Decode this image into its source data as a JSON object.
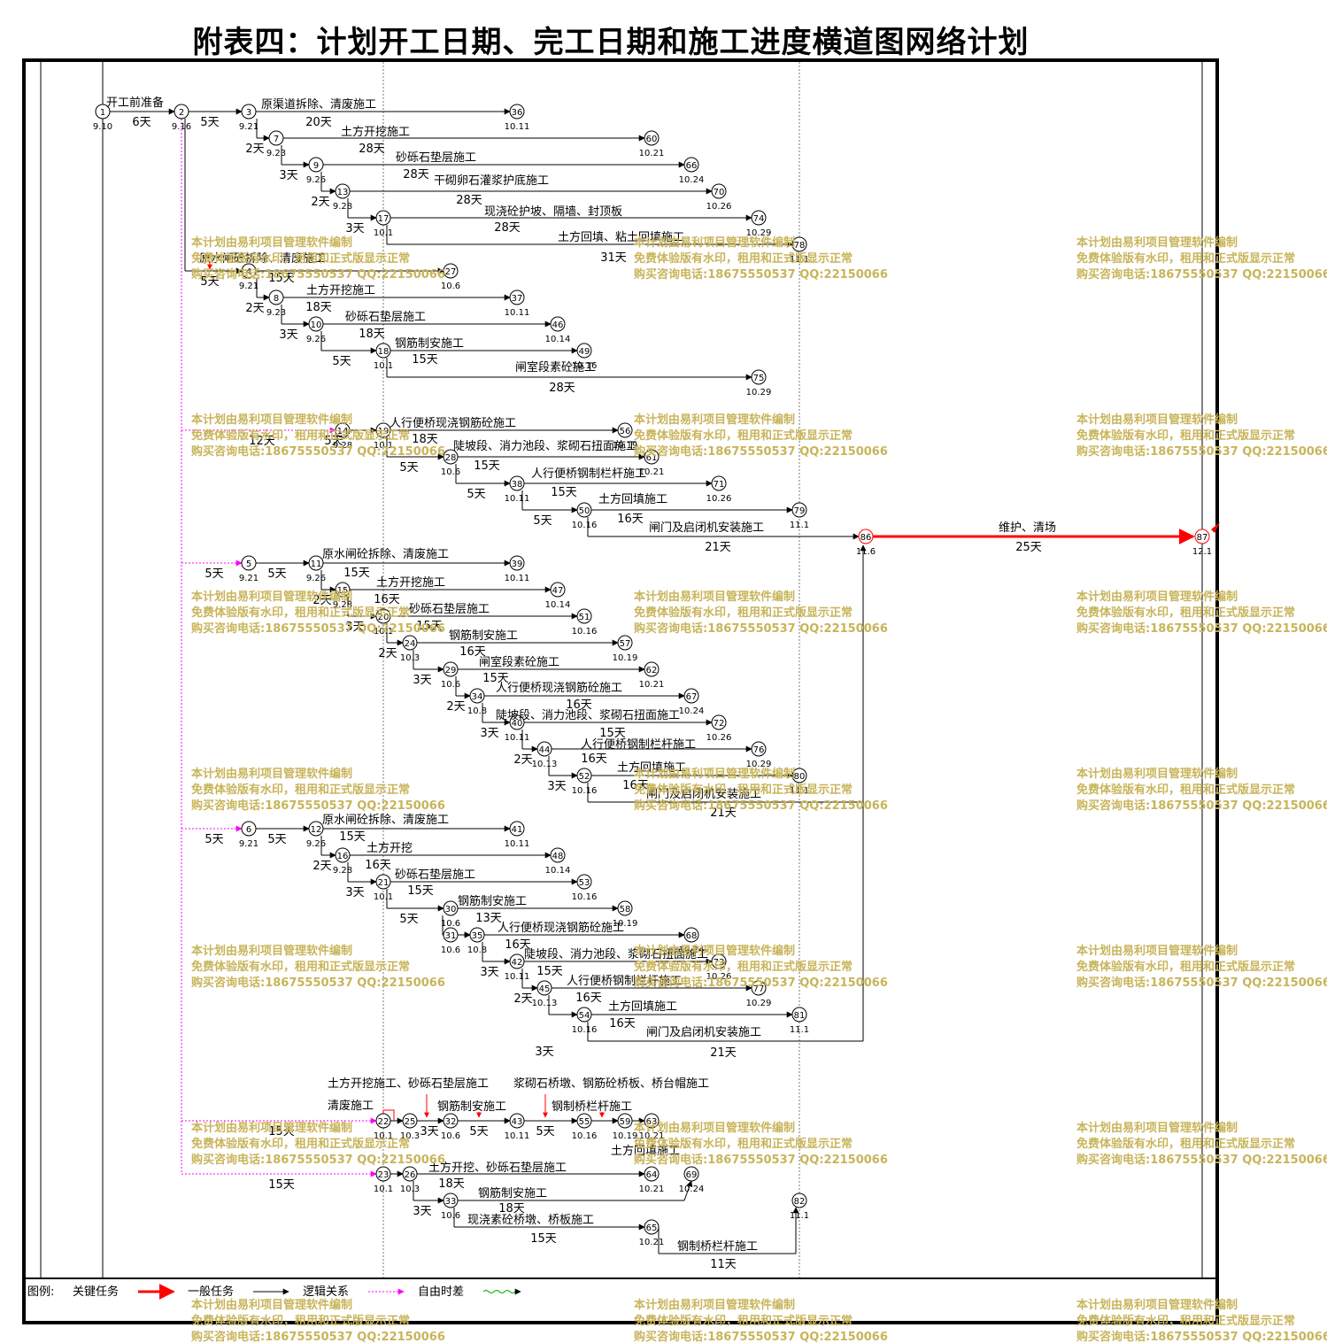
{
  "title": "附表四：计划开工日期、完工日期和施工进度横道图网络计划",
  "colors": {
    "critical": "#ff0000",
    "normal": "#000000",
    "float": "#ff00ff",
    "freeslack": "#00aa00",
    "watermark": "#c8b45a"
  },
  "legend": {
    "label": "图例:",
    "items": [
      "关键任务",
      "一般任务",
      "逻辑关系",
      "自由时差"
    ]
  },
  "watermark": [
    "本计划由易利项目管理软件编制",
    "免费体验版有水印，租用和正式版显示正常",
    "购买咨询电话:18675550537 QQ:22150066"
  ],
  "nodes": [
    {
      "id": "1",
      "date": "9.10"
    },
    {
      "id": "2",
      "date": "9.16"
    },
    {
      "id": "3",
      "date": "9.21"
    },
    {
      "id": "7",
      "date": "9.23"
    },
    {
      "id": "9",
      "date": "9.26"
    },
    {
      "id": "13",
      "date": "9.28"
    },
    {
      "id": "17",
      "date": "10.1"
    },
    {
      "id": "36",
      "date": "10.11"
    },
    {
      "id": "60",
      "date": "10.21"
    },
    {
      "id": "66",
      "date": "10.24"
    },
    {
      "id": "70",
      "date": "10.26"
    },
    {
      "id": "74",
      "date": "10.29"
    },
    {
      "id": "78",
      "date": "11.1"
    },
    {
      "id": "4",
      "date": "9.21"
    },
    {
      "id": "8",
      "date": "9.23"
    },
    {
      "id": "10",
      "date": "9.26"
    },
    {
      "id": "18",
      "date": "10.1"
    },
    {
      "id": "27",
      "date": "10.6"
    },
    {
      "id": "37",
      "date": "10.11"
    },
    {
      "id": "46",
      "date": "10.14"
    },
    {
      "id": "49",
      "date": "10.16"
    },
    {
      "id": "75",
      "date": "10.29"
    },
    {
      "id": "14",
      "date": "9.28"
    },
    {
      "id": "19",
      "date": "10.1"
    },
    {
      "id": "28",
      "date": "10.6"
    },
    {
      "id": "38",
      "date": "10.11"
    },
    {
      "id": "50",
      "date": "10.16"
    },
    {
      "id": "56",
      "date": "10.19"
    },
    {
      "id": "61",
      "date": "10.21"
    },
    {
      "id": "71",
      "date": "10.26"
    },
    {
      "id": "79",
      "date": "11.1"
    },
    {
      "id": "86",
      "date": "11.6"
    },
    {
      "id": "87",
      "date": "12.1"
    },
    {
      "id": "5",
      "date": "9.21"
    },
    {
      "id": "11",
      "date": "9.26"
    },
    {
      "id": "15",
      "date": "9.28"
    },
    {
      "id": "20",
      "date": "10.1"
    },
    {
      "id": "24",
      "date": "10.3"
    },
    {
      "id": "29",
      "date": "10.6"
    },
    {
      "id": "34",
      "date": "10.8"
    },
    {
      "id": "40",
      "date": "10.11"
    },
    {
      "id": "44",
      "date": "10.13"
    },
    {
      "id": "52",
      "date": "10.16"
    },
    {
      "id": "39",
      "date": "10.11"
    },
    {
      "id": "47",
      "date": "10.14"
    },
    {
      "id": "51",
      "date": "10.16"
    },
    {
      "id": "57",
      "date": "10.19"
    },
    {
      "id": "62",
      "date": "10.21"
    },
    {
      "id": "67",
      "date": "10.24"
    },
    {
      "id": "72",
      "date": "10.26"
    },
    {
      "id": "76",
      "date": "10.29"
    },
    {
      "id": "80",
      "date": "11.1"
    },
    {
      "id": "6",
      "date": "9.21"
    },
    {
      "id": "12",
      "date": "9.26"
    },
    {
      "id": "16",
      "date": "9.28"
    },
    {
      "id": "21",
      "date": "10.1"
    },
    {
      "id": "30",
      "date": "10.6"
    },
    {
      "id": "31",
      "date": "10.6"
    },
    {
      "id": "35",
      "date": "10.8"
    },
    {
      "id": "42",
      "date": "10.11"
    },
    {
      "id": "45",
      "date": "10.13"
    },
    {
      "id": "54",
      "date": "10.16"
    },
    {
      "id": "41",
      "date": "10.11"
    },
    {
      "id": "48",
      "date": "10.14"
    },
    {
      "id": "53",
      "date": "10.16"
    },
    {
      "id": "58",
      "date": "10.19"
    },
    {
      "id": "68",
      "date": "10.24"
    },
    {
      "id": "73",
      "date": "10.26"
    },
    {
      "id": "77",
      "date": "10.29"
    },
    {
      "id": "81",
      "date": "11.1"
    },
    {
      "id": "22",
      "date": "10.1"
    },
    {
      "id": "25",
      "date": "10.3"
    },
    {
      "id": "32",
      "date": "10.6"
    },
    {
      "id": "43",
      "date": "10.11"
    },
    {
      "id": "55",
      "date": "10.16"
    },
    {
      "id": "59",
      "date": "10.19"
    },
    {
      "id": "63",
      "date": "10.21"
    },
    {
      "id": "23",
      "date": "10.1"
    },
    {
      "id": "26",
      "date": "10.3"
    },
    {
      "id": "33",
      "date": "10.6"
    },
    {
      "id": "64",
      "date": "10.21"
    },
    {
      "id": "69",
      "date": "10.24"
    },
    {
      "id": "65",
      "date": "10.21"
    },
    {
      "id": "82",
      "date": "11.1"
    }
  ],
  "tasks": [
    {
      "name": "开工前准备",
      "dur": "6天"
    },
    {
      "name": "原渠道拆除、清废施工",
      "dur": "20天"
    },
    {
      "name": "土方开挖施工",
      "dur": "28天"
    },
    {
      "name": "砂砾石垫层施工",
      "dur": "28天"
    },
    {
      "name": "干砌卵石灌浆护底施工",
      "dur": "28天"
    },
    {
      "name": "现浇砼护坡、隔墙、封顶板",
      "dur": "28天"
    },
    {
      "name": "土方回填、粘土回填施工",
      "dur": "31天"
    },
    {
      "name": "原水闸砼拆除、清废施工",
      "dur": "15天"
    },
    {
      "name": "土方开挖施工",
      "dur": "18天"
    },
    {
      "name": "砂砾石垫层施工",
      "dur": "18天"
    },
    {
      "name": "钢筋制安施工",
      "dur": "15天"
    },
    {
      "name": "闸室段素砼施工",
      "dur": "28天"
    },
    {
      "name": "人行便桥现浇钢筋砼施工",
      "dur": "18天"
    },
    {
      "name": "陡坡段、消力池段、浆砌石扭面施工",
      "dur": "15天"
    },
    {
      "name": "人行便桥钢制栏杆施工",
      "dur": "15天"
    },
    {
      "name": "土方回填施工",
      "dur": "16天"
    },
    {
      "name": "闸门及启闭机安装施工",
      "dur": "21天"
    },
    {
      "name": "维护、清场",
      "dur": "25天"
    },
    {
      "name": "原水闸砼拆除、清废施工",
      "dur": "15天"
    },
    {
      "name": "土方开挖施工",
      "dur": "16天"
    },
    {
      "name": "砂砾石垫层施工",
      "dur": "15天"
    },
    {
      "name": "钢筋制安施工",
      "dur": "16天"
    },
    {
      "name": "闸室段素砼施工",
      "dur": "15天"
    },
    {
      "name": "人行便桥现浇钢筋砼施工",
      "dur": "16天"
    },
    {
      "name": "陡坡段、消力池段、浆砌石扭面施工",
      "dur": "15天"
    },
    {
      "name": "人行便桥钢制栏杆施工",
      "dur": "16天"
    },
    {
      "name": "土方回填施工",
      "dur": "16天"
    },
    {
      "name": "闸门及启闭机安装施工",
      "dur": "21天"
    },
    {
      "name": "原水闸砼拆除、清废施工",
      "dur": "15天"
    },
    {
      "name": "土方开挖",
      "dur": "16天"
    },
    {
      "name": "砂砾石垫层施工",
      "dur": "15天"
    },
    {
      "name": "钢筋制安施工",
      "dur": "13天"
    },
    {
      "name": "人行便桥现浇钢筋砼施工",
      "dur": "16天"
    },
    {
      "name": "陡坡段、消力池段、浆砌石扭面施工",
      "dur": "15天"
    },
    {
      "name": "人行便桥钢制栏杆施工",
      "dur": "16天"
    },
    {
      "name": "土方回填施工",
      "dur": "16天"
    },
    {
      "name": "闸门及启闭机安装施工",
      "dur": "21天"
    },
    {
      "name": "土方开挖施工、砂砾石垫层施工",
      "dur": ""
    },
    {
      "name": "浆砌石桥墩、钢筋砼桥板、桥台帽施工",
      "dur": ""
    },
    {
      "name": "清废施工",
      "dur": ""
    },
    {
      "name": "钢筋制安施工",
      "dur": ""
    },
    {
      "name": "钢制桥栏杆施工",
      "dur": ""
    },
    {
      "name": "土方回填施工",
      "dur": ""
    },
    {
      "name": "土方开挖、砂砾石垫层施工",
      "dur": "18天"
    },
    {
      "name": "钢筋制安施工",
      "dur": "18天"
    },
    {
      "name": "现浇素砼桥墩、桥板施工",
      "dur": "15天"
    },
    {
      "name": "钢制桥栏杆施工",
      "dur": "11天"
    }
  ],
  "durations": [
    "5天",
    "2天",
    "3天",
    "5天",
    "12天",
    "3天",
    "2天",
    "15天",
    "3天"
  ]
}
